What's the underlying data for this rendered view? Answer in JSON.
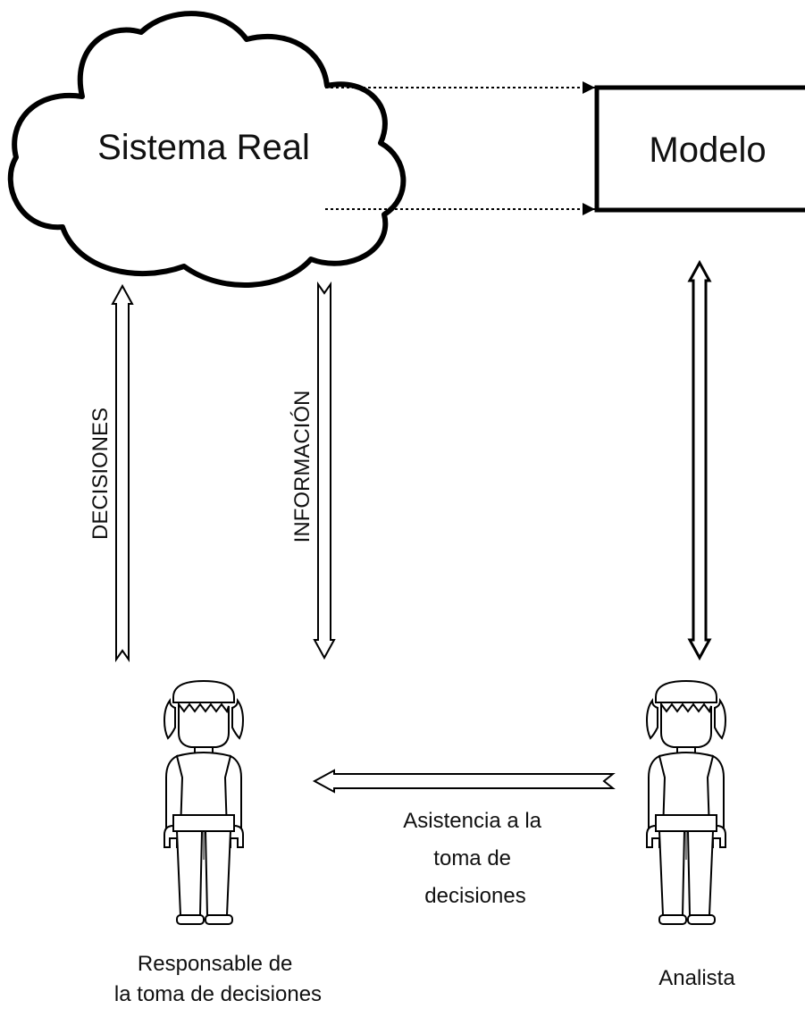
{
  "nodes": {
    "real_system": {
      "label": "Sistema Real"
    },
    "model": {
      "label": "Modelo"
    }
  },
  "edges": {
    "decisions": {
      "label": "DECISIONES"
    },
    "information": {
      "label": "INFORMACIÓN"
    },
    "assistance": {
      "label_lines": [
        "Asistencia a la",
        "toma de",
        "decisiones"
      ]
    }
  },
  "actors": {
    "decision_maker": {
      "label_lines": [
        "Responsable de",
        "la toma de decisiones"
      ]
    },
    "analyst": {
      "label": "Analista"
    }
  },
  "colors": {
    "stroke": "#000000",
    "background": "#ffffff"
  }
}
